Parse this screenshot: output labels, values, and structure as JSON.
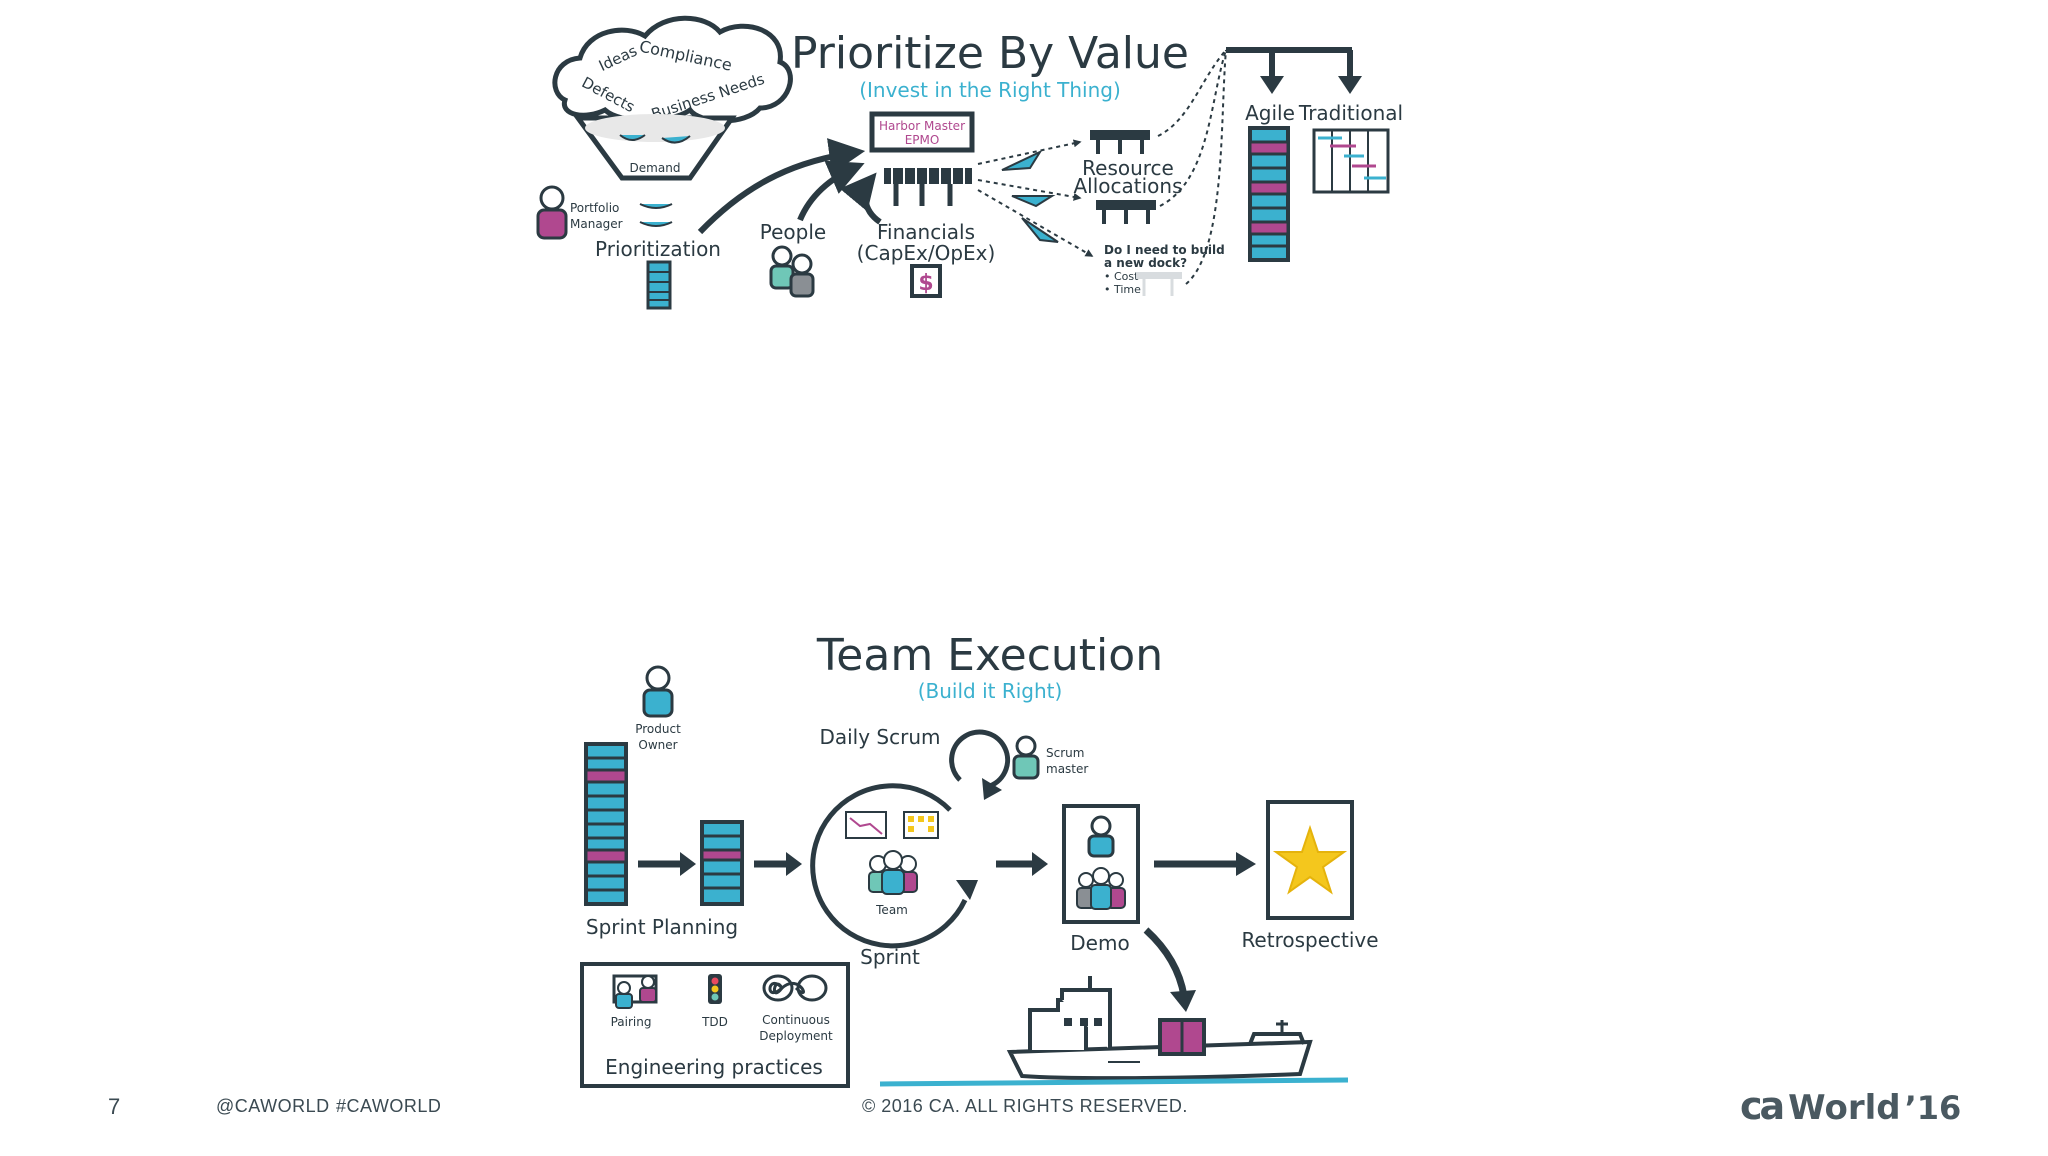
{
  "colors": {
    "ink": "#2b3a42",
    "teal": "#3bb1cf",
    "magenta": "#b0488f",
    "mint": "#6fc7b7",
    "gray": "#8a8f94",
    "yellow": "#f4c71d"
  },
  "top": {
    "title": "Prioritize By Value",
    "subtitle": "(Invest in the Right Thing)",
    "cloud_words": [
      "Ideas",
      "Compliance",
      "Defects",
      "Business Needs"
    ],
    "demand": "Demand",
    "portfolio_manager": [
      "Portfolio",
      "Manager"
    ],
    "prioritization": "Prioritization",
    "people": "People",
    "financials": [
      "Financials",
      "(CapEx/OpEx)"
    ],
    "harbor_master": [
      "Harbor Master",
      "EPMO"
    ],
    "resource_allocations": [
      "Resource",
      "Allocations"
    ],
    "dock_question": [
      "Do I need to build",
      "a new dock?",
      "• Cost",
      "• Time"
    ],
    "agile": "Agile",
    "traditional": "Traditional",
    "dollar": "$"
  },
  "bottom": {
    "title": "Team Execution",
    "subtitle": "(Build it Right)",
    "product_owner": [
      "Product",
      "Owner"
    ],
    "daily_scrum": "Daily Scrum",
    "scrum_master": [
      "Scrum",
      "master"
    ],
    "team": "Team",
    "sprint_planning": "Sprint Planning",
    "sprint": "Sprint",
    "demo": "Demo",
    "retrospective": "Retrospective",
    "engineering_practices": "Engineering practices",
    "pairing": "Pairing",
    "tdd": "TDD",
    "continuous_deployment": [
      "Continuous",
      "Deployment"
    ]
  },
  "footer": {
    "page_number": "7",
    "handle": "@CAWORLD",
    "hashtag": "#CAWORLD",
    "copyright": "© 2016 CA. ALL RIGHTS RESERVED.",
    "brand_ca": "ca",
    "brand_world": "World",
    "brand_year": "’16"
  }
}
